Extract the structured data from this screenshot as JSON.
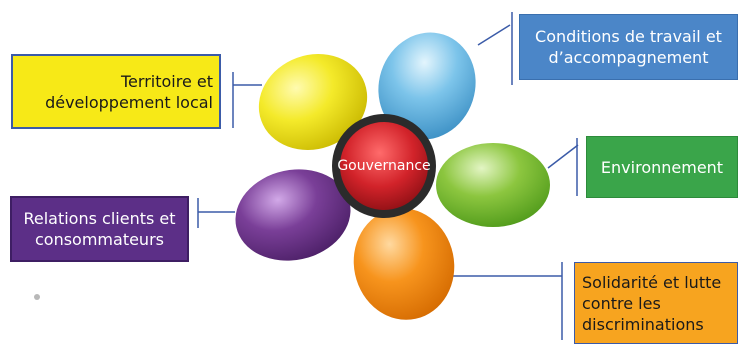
{
  "center": {
    "label": "Gouvernance"
  },
  "petals": [
    {
      "id": "territoire",
      "label": "Territoire et\ndéveloppement local",
      "color": "#f4ea2a"
    },
    {
      "id": "conditions",
      "label": "Conditions de travail et\nd’accompagnement",
      "color": "#7cc4ea"
    },
    {
      "id": "environnement",
      "label": "Environnement",
      "color": "#8cc63f"
    },
    {
      "id": "solidarite",
      "label": "Solidarité et lutte\ncontre les\ndiscriminations",
      "color": "#f7941d"
    },
    {
      "id": "relations",
      "label": "Relations clients et\nconsommateurs",
      "color": "#7a3f98"
    }
  ],
  "colors": {
    "center_fill": "#d2232a",
    "center_ring": "#2b2b2b",
    "connector": "#3b5ba8"
  }
}
